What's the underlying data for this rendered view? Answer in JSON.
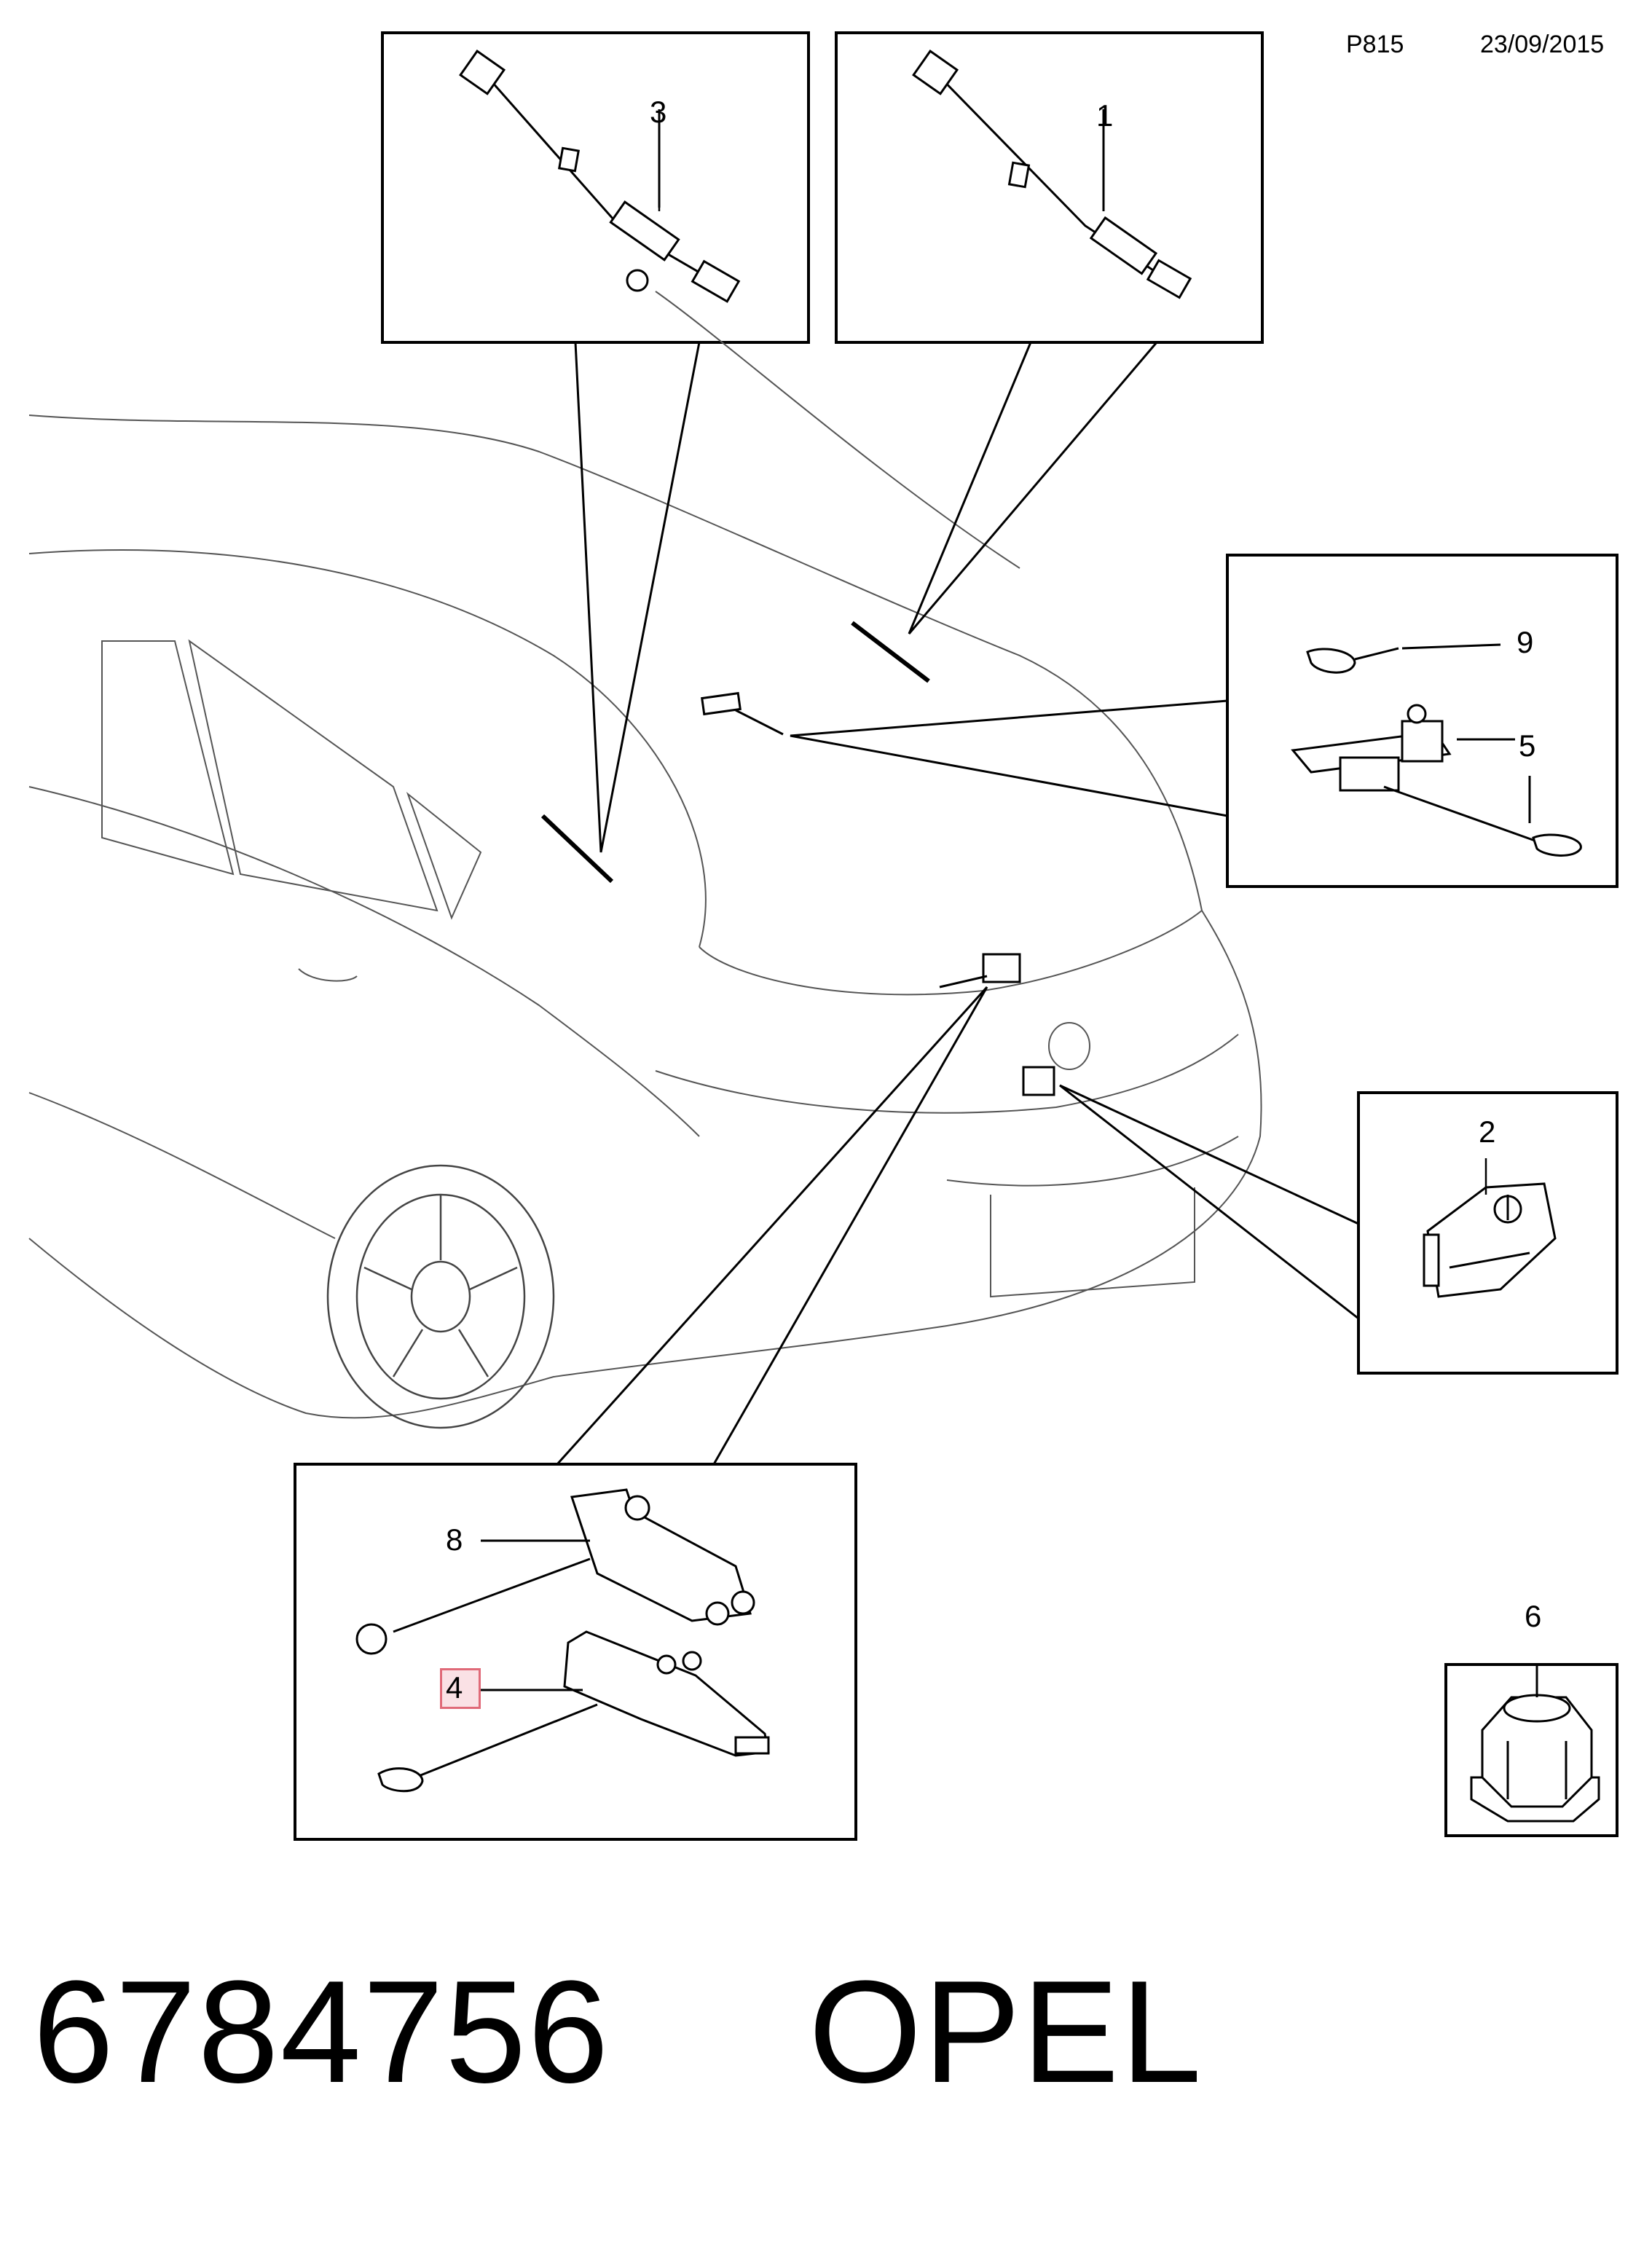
{
  "header": {
    "code": "P815",
    "date": "23/09/2015"
  },
  "callouts": [
    {
      "n": "3"
    },
    {
      "n": "1"
    },
    {
      "n": "9"
    },
    {
      "n": "5"
    },
    {
      "n": "2"
    },
    {
      "n": "8"
    },
    {
      "n": "4"
    },
    {
      "n": "6"
    }
  ],
  "footer": {
    "part_number": "6784756",
    "brand": "OPEL"
  }
}
